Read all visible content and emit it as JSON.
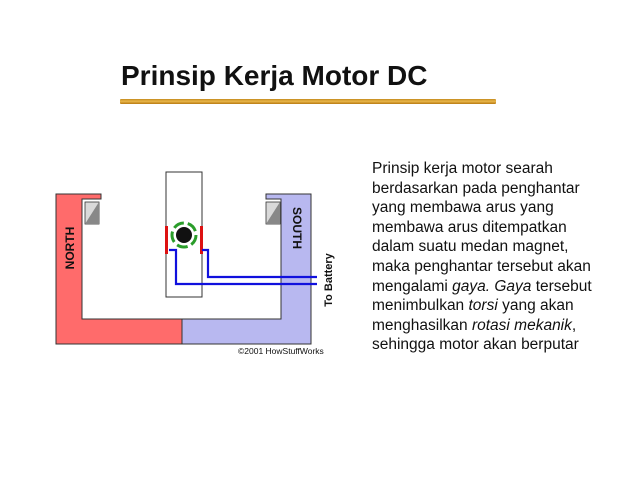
{
  "slide": {
    "title": "Prinsip Kerja Motor DC"
  },
  "diagram": {
    "north_label": "NORTH",
    "south_label": "SOUTH",
    "battery_label": "To Battery",
    "credit": "©2001 HowStuffWorks",
    "colors": {
      "north_magnet": "#ff6b6b",
      "south_magnet": "#b8b8f0",
      "wire": "#1010dd",
      "coil_bracket": "#dd1111",
      "rotor_ring": "#2a9d2a",
      "rotor_core": "#111111"
    }
  },
  "body": {
    "lines": [
      {
        "segments": [
          {
            "text": "Prinsip kerja motor searah",
            "italic": false
          }
        ]
      },
      {
        "segments": [
          {
            "text": "berdasarkan pada penghantar",
            "italic": false
          }
        ]
      },
      {
        "segments": [
          {
            "text": "yang membawa arus yang",
            "italic": false
          }
        ]
      },
      {
        "segments": [
          {
            "text": "membawa arus ditempatkan",
            "italic": false
          }
        ]
      },
      {
        "segments": [
          {
            "text": "dalam suatu medan magnet,",
            "italic": false
          }
        ]
      },
      {
        "segments": [
          {
            "text": "maka penghantar tersebut akan",
            "italic": false
          }
        ]
      },
      {
        "segments": [
          {
            "text": "mengalami ",
            "italic": false
          },
          {
            "text": "gaya. Gaya",
            "italic": true
          },
          {
            "text": " tersebut",
            "italic": false
          }
        ]
      },
      {
        "segments": [
          {
            "text": "menimbulkan ",
            "italic": false
          },
          {
            "text": "torsi",
            "italic": true
          },
          {
            "text": " yang akan",
            "italic": false
          }
        ]
      },
      {
        "segments": [
          {
            "text": "menghasilkan ",
            "italic": false
          },
          {
            "text": "rotasi mekanik",
            "italic": true
          },
          {
            "text": ",",
            "italic": false
          }
        ]
      },
      {
        "segments": [
          {
            "text": "sehingga motor akan berputar",
            "italic": false
          }
        ]
      }
    ]
  }
}
